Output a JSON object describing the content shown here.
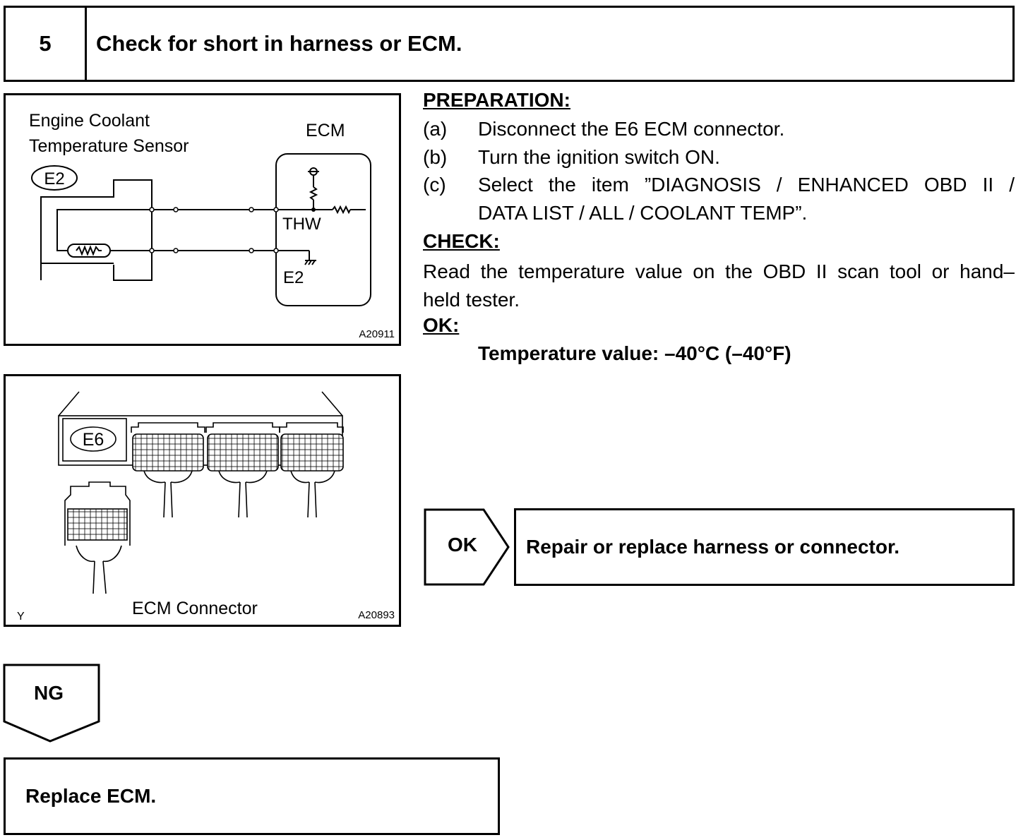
{
  "step": {
    "number": "5",
    "title": "Check for short in harness or ECM."
  },
  "figure1": {
    "sensor_label_line1": "Engine Coolant",
    "sensor_label_line2": "Temperature Sensor",
    "sensor_connector": "E2",
    "ecm_label": "ECM",
    "terminal_thw": "THW",
    "terminal_e2": "E2",
    "code": "A20911"
  },
  "figure2": {
    "connector_badge": "E6",
    "caption": "ECM Connector",
    "corner_mark": "Y",
    "code": "A20893"
  },
  "preparation": {
    "heading": "PREPARATION:",
    "items": [
      {
        "letter": "(a)",
        "text": "Disconnect the E6 ECM connector."
      },
      {
        "letter": "(b)",
        "text": "Turn the ignition switch ON."
      },
      {
        "letter": "(c)",
        "text_line1": "Select the item ”DIAGNOSIS / ENHANCED OBD II /",
        "text_line2": "DATA LIST / ALL / COOLANT TEMP”."
      }
    ]
  },
  "check": {
    "heading": "CHECK:",
    "line1": "Read the temperature value on the OBD II scan tool or hand–",
    "line2": "held tester."
  },
  "ok_spec": {
    "heading": "OK:",
    "value": "Temperature value: –40°C (–40°F)"
  },
  "ok_branch": {
    "tag": "OK",
    "result": "Repair or replace harness or connector."
  },
  "ng_branch": {
    "tag": "NG",
    "result": "Replace ECM."
  }
}
